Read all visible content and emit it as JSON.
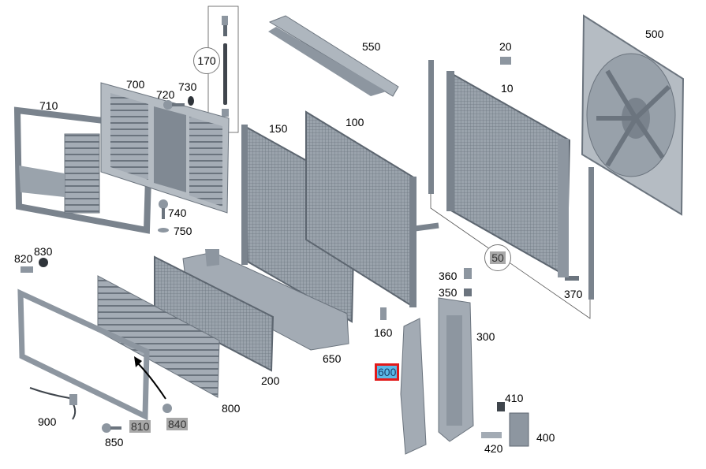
{
  "diagram": {
    "callouts": [
      {
        "id": "10",
        "text": "10"
      },
      {
        "id": "20",
        "text": "20"
      },
      {
        "id": "50",
        "text": "50"
      },
      {
        "id": "100",
        "text": "100"
      },
      {
        "id": "150",
        "text": "150"
      },
      {
        "id": "160",
        "text": "160"
      },
      {
        "id": "170",
        "text": "170"
      },
      {
        "id": "200",
        "text": "200"
      },
      {
        "id": "300",
        "text": "300"
      },
      {
        "id": "350",
        "text": "350"
      },
      {
        "id": "360",
        "text": "360"
      },
      {
        "id": "370",
        "text": "370"
      },
      {
        "id": "400",
        "text": "400"
      },
      {
        "id": "410",
        "text": "410"
      },
      {
        "id": "420",
        "text": "420"
      },
      {
        "id": "500",
        "text": "500"
      },
      {
        "id": "550",
        "text": "550"
      },
      {
        "id": "600",
        "text": "600"
      },
      {
        "id": "650",
        "text": "650"
      },
      {
        "id": "700",
        "text": "700"
      },
      {
        "id": "710",
        "text": "710"
      },
      {
        "id": "720",
        "text": "720"
      },
      {
        "id": "730",
        "text": "730"
      },
      {
        "id": "740",
        "text": "740"
      },
      {
        "id": "750",
        "text": "750"
      },
      {
        "id": "800",
        "text": "800"
      },
      {
        "id": "810",
        "text": "810"
      },
      {
        "id": "820",
        "text": "820"
      },
      {
        "id": "830",
        "text": "830"
      },
      {
        "id": "840",
        "text": "840"
      },
      {
        "id": "850",
        "text": "850"
      },
      {
        "id": "900",
        "text": "900"
      }
    ],
    "selected_callout": "600",
    "greyed_callouts": [
      "50",
      "810",
      "840"
    ],
    "colors": {
      "part_fill": "#8d96a0",
      "part_dark": "#5d6670",
      "part_light": "#c6ccd2",
      "selected_fill": "#5bb9e8",
      "selected_border": "#e21a1a",
      "greyed_fill": "#a8a8a8"
    }
  }
}
